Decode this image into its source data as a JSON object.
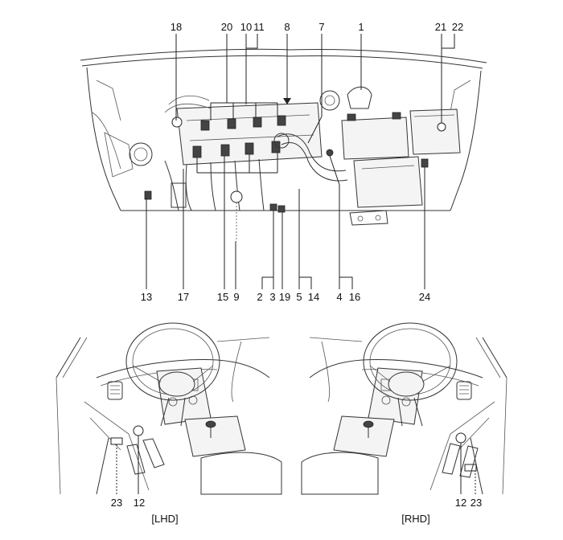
{
  "engine_callouts": {
    "c1": "1",
    "c2": "2",
    "c3": "3",
    "c4": "4",
    "c5": "5",
    "c7": "7",
    "c8": "8",
    "c9": "9",
    "c10": "10",
    "c11": "11",
    "c13": "13",
    "c14": "14",
    "c15": "15",
    "c16": "16",
    "c17": "17",
    "c18": "18",
    "c19": "19",
    "c20": "20",
    "c21": "21",
    "c22": "22",
    "c24": "24"
  },
  "lhd_view": {
    "caption": "[LHD]",
    "callout_23": "23",
    "callout_12": "12"
  },
  "rhd_view": {
    "caption": "[RHD]",
    "callout_12": "12",
    "callout_23": "23"
  }
}
